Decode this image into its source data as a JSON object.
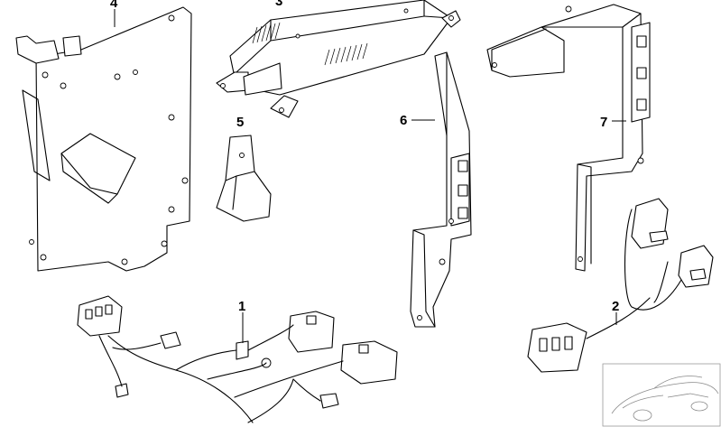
{
  "callouts": {
    "p1": "1",
    "p2": "2",
    "p3": "3",
    "p4": "4",
    "p5": "5",
    "p6": "6",
    "p7": "7"
  }
}
